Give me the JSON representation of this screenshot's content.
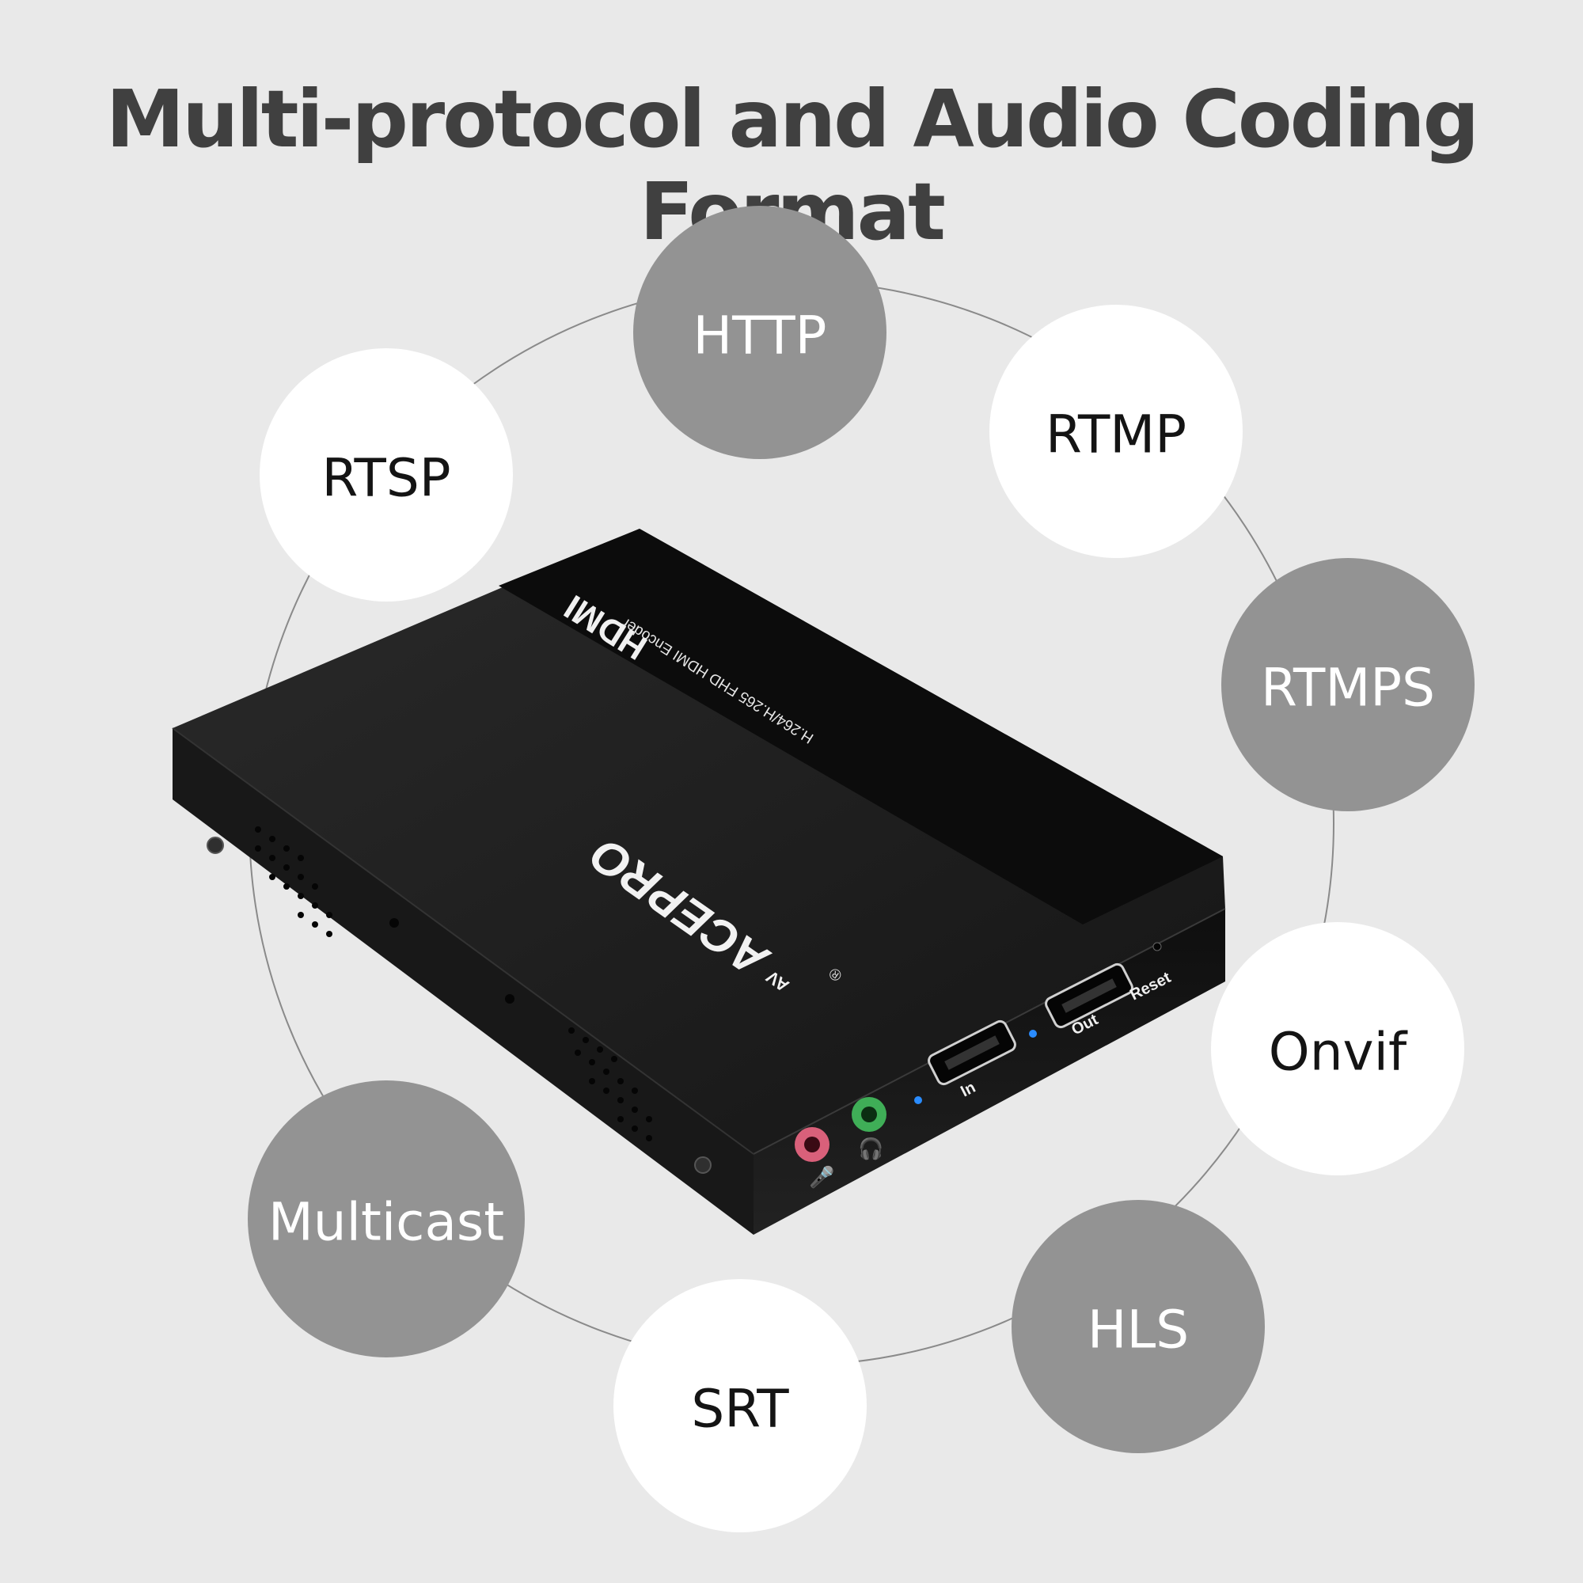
{
  "headline": "Multi-protocol and Audio Coding Format",
  "protocols": {
    "http": "HTTP",
    "rtmp": "RTMP",
    "rtsp": "RTSP",
    "rtmps": "RTMPS",
    "onvif": "Onvif",
    "multicast": "Multicast",
    "hls": "HLS",
    "srt": "SRT"
  },
  "device": {
    "brand": "ACEPRO",
    "brand_suffix": "AV",
    "registered_mark": "®",
    "hdmi_logo": "HDMI",
    "model_text": "H.264/H.265 FHD HDMI Encoder",
    "port_in_label": "In",
    "port_out_label": "Out",
    "reset_label": "Reset"
  },
  "colors": {
    "background": "#e9e9e9",
    "headline": "#404040",
    "bubble_gray": "#939393",
    "bubble_white": "#ffffff",
    "device_body": "#1b1b1b",
    "mic_jack": "#d9607a",
    "headphone_jack": "#3fae57",
    "led": "#2a8cff"
  }
}
